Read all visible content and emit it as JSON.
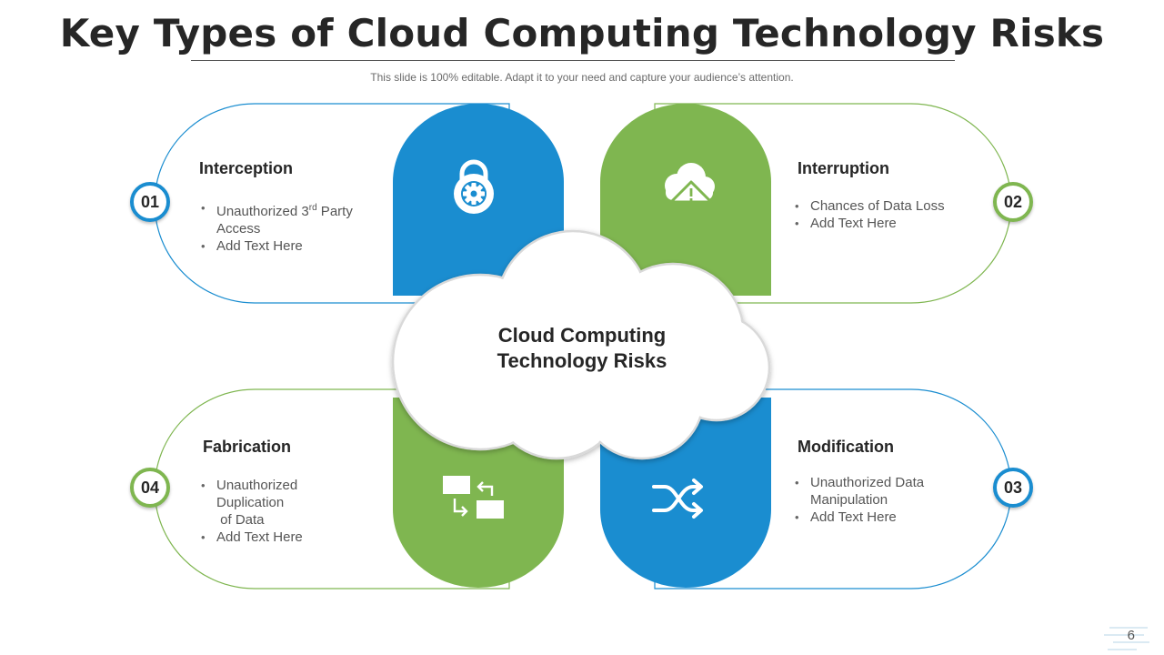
{
  "header": {
    "title": "Key Types of Cloud Computing Technology Risks",
    "subtitle": "This slide is 100% editable. Adapt it to your need and capture your audience’s attention."
  },
  "center": {
    "line1": "Cloud Computing",
    "line2": "Technology Risks"
  },
  "colors": {
    "blue": "#1a8dd0",
    "green": "#7fb650"
  },
  "cards": [
    {
      "number": "01",
      "title": "Interception",
      "icon": "padlock-gear-icon",
      "bullets": [
        {
          "pre": "Unauthorized 3",
          "sup": "rd",
          "post": " Party",
          "line2": "Access"
        },
        {
          "text": "Add Text Here"
        }
      ]
    },
    {
      "number": "02",
      "title": "Interruption",
      "icon": "cloud-warning-icon",
      "bullets": [
        {
          "text": "Chances of Data Loss"
        },
        {
          "text": "Add Text Here"
        }
      ]
    },
    {
      "number": "03",
      "title": "Modification",
      "icon": "shuffle-arrows-icon",
      "bullets": [
        {
          "text": "Unauthorized Data",
          "line2": "Manipulation"
        },
        {
          "text": "Add Text Here"
        }
      ]
    },
    {
      "number": "04",
      "title": "Fabrication",
      "icon": "duplicate-windows-icon",
      "bullets": [
        {
          "text": "Unauthorized",
          "line2": "Duplication",
          "line3": " of Data"
        },
        {
          "text": "Add Text Here"
        }
      ]
    }
  ],
  "footer": {
    "page_number": "6"
  }
}
